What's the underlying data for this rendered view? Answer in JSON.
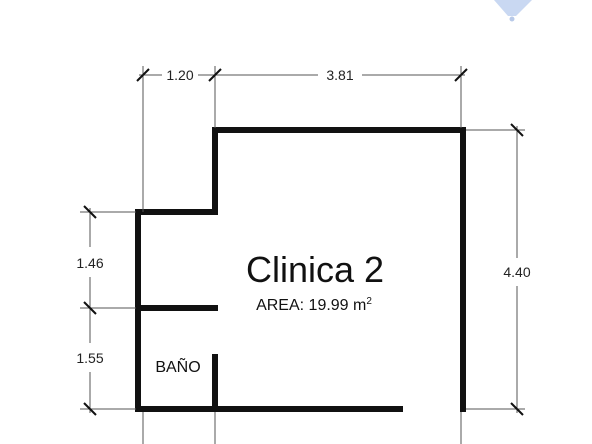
{
  "room": {
    "name": "Clinica 2",
    "area_prefix": "AREA: 19.99 m",
    "area_sup": "2"
  },
  "bathroom": {
    "label": "BAÑO"
  },
  "dimensions": {
    "top_left": "1.20",
    "top_right": "3.81",
    "right_height": "4.40",
    "left_upper": "1.46",
    "left_lower": "1.55"
  },
  "colors": {
    "wall": "#111111",
    "dimension_line": "#555555",
    "corner_badge": "#c9d8f2"
  }
}
